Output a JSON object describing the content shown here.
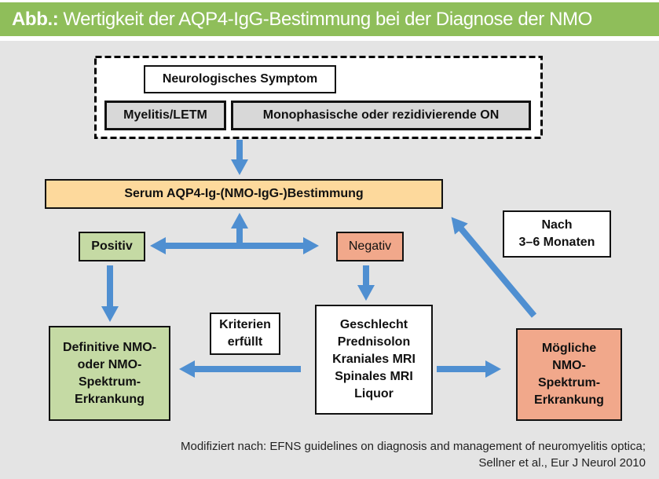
{
  "header": {
    "prefix": "Abb.:",
    "title": "Wertigkeit der AQP4-IgG-Bestimmung bei der Diagnose der NMO"
  },
  "symptoms": {
    "main": "Neurologisches Symptom",
    "options": [
      "Myelitis/LETM",
      "Monophasische oder rezidivierende ON"
    ]
  },
  "test": "Serum AQP4-Ig-(NMO-IgG-)Bestimmung",
  "results": {
    "positive": "Positiv",
    "negative": "Negativ"
  },
  "definitive": {
    "lines": [
      "Definitive NMO-",
      "oder NMO-",
      "Spektrum-",
      "Erkrankung"
    ]
  },
  "criteria": {
    "lines": [
      "Kriterien",
      "erfüllt"
    ]
  },
  "workup": {
    "lines": [
      "Geschlecht",
      "Prednisolon",
      "Kraniales MRI",
      "Spinales MRI",
      "Liquor"
    ]
  },
  "possible": {
    "lines": [
      "Mögliche",
      "NMO-",
      "Spektrum-",
      "Erkrankung"
    ]
  },
  "retest": {
    "lines": [
      "Nach",
      "3–6 Monaten"
    ]
  },
  "source": {
    "lines": [
      "Modifiziert nach: EFNS guidelines on diagnosis and management of neuromyelitis optica;",
      "Sellner et al., Eur J Neurol 2010"
    ]
  },
  "colors": {
    "header": "#8fbe5a",
    "panel": "#e4e4e4",
    "serum": "#fdd99c",
    "positive": "#c5daa4",
    "negative": "#f1a88b",
    "option": "#d8d8d8",
    "arrow": "#4f8fd1"
  }
}
